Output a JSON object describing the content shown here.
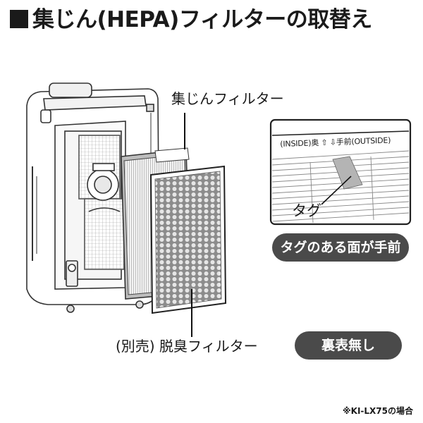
{
  "title": "集じん(HEPA)フィルターの取替え",
  "labels": {
    "dust_filter": "集じんフィルター",
    "deodorizing_filter": "(別売) 脱臭フィルター"
  },
  "inset": {
    "direction_text": "(INSIDE)奥 ⇧ ⇩手前(OUTSIDE)",
    "tag_label": "タグ"
  },
  "badges": {
    "tag_front": "タグのある面が手前",
    "no_front_back": "裏表無し"
  },
  "footnote": "※KI-LX75の場合",
  "colors": {
    "badge_bg": "#4a4a4a",
    "ink": "#1a1a1a",
    "tag_gray": "#b4b4b4"
  }
}
